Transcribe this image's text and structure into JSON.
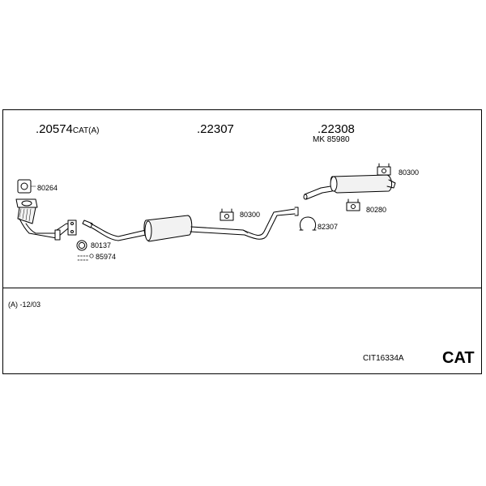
{
  "parts": {
    "p1": {
      "number": ".20574",
      "suffix": "CAT(A)"
    },
    "p2": {
      "number": ".22307"
    },
    "p3": {
      "number": ".22308",
      "sub": "MK 85980"
    }
  },
  "small_parts": {
    "gasket": "80264",
    "ring": "80137",
    "bolt_set": "85974",
    "hanger_mid": "80300",
    "clamp": "82307",
    "hanger_rear_top": "80300",
    "hanger_rear_bottom": "80280"
  },
  "note": "(A) -12/03",
  "code": "CIT16334A",
  "badge": "CAT",
  "colors": {
    "line": "#000000",
    "paper": "#ffffff",
    "fill": "#f2f2f2"
  }
}
